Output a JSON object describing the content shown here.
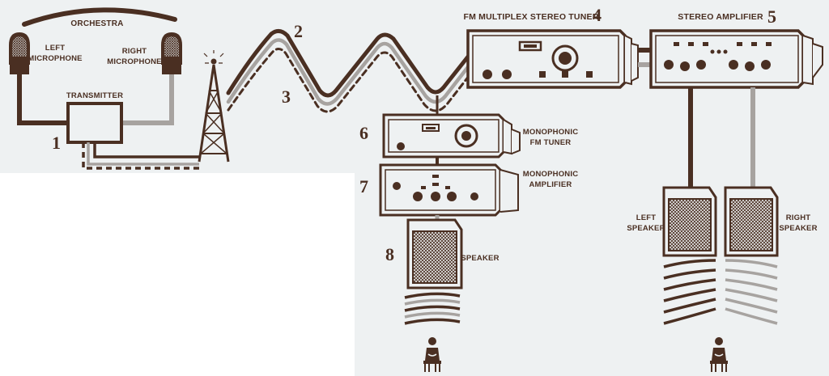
{
  "labels": {
    "orchestra": "ORCHESTRA",
    "left_mic_1": "LEFT",
    "left_mic_2": "MICROPHONE",
    "right_mic_1": "RIGHT",
    "right_mic_2": "MICROPHONE",
    "transmitter": "TRANSMITTER",
    "fm_multiplex_tuner": "FM MULTIPLEX STEREO TUNER",
    "stereo_amplifier": "STEREO AMPLIFIER",
    "mono_fm_tuner_1": "MONOPHONIC",
    "mono_fm_tuner_2": "FM TUNER",
    "mono_amplifier_1": "MONOPHONIC",
    "mono_amplifier_2": "AMPLIFIER",
    "speaker": "SPEAKER",
    "left_speaker_1": "LEFT",
    "left_speaker_2": "SPEAKER",
    "right_speaker_1": "RIGHT",
    "right_speaker_2": "SPEAKER"
  },
  "numbers": {
    "n1": "1",
    "n2": "2",
    "n3": "3",
    "n4": "4",
    "n5": "5",
    "n6": "6",
    "n7": "7",
    "n8": "8"
  },
  "colors": {
    "background": "#eef1f2",
    "ink": "#4a2f22",
    "gray_signal": "#a7a3a0",
    "blank": "#ffffff"
  },
  "icons": {
    "microphones": "microphone-icon",
    "tower": "radio-tower-icon",
    "listeners": "listener-icon"
  }
}
